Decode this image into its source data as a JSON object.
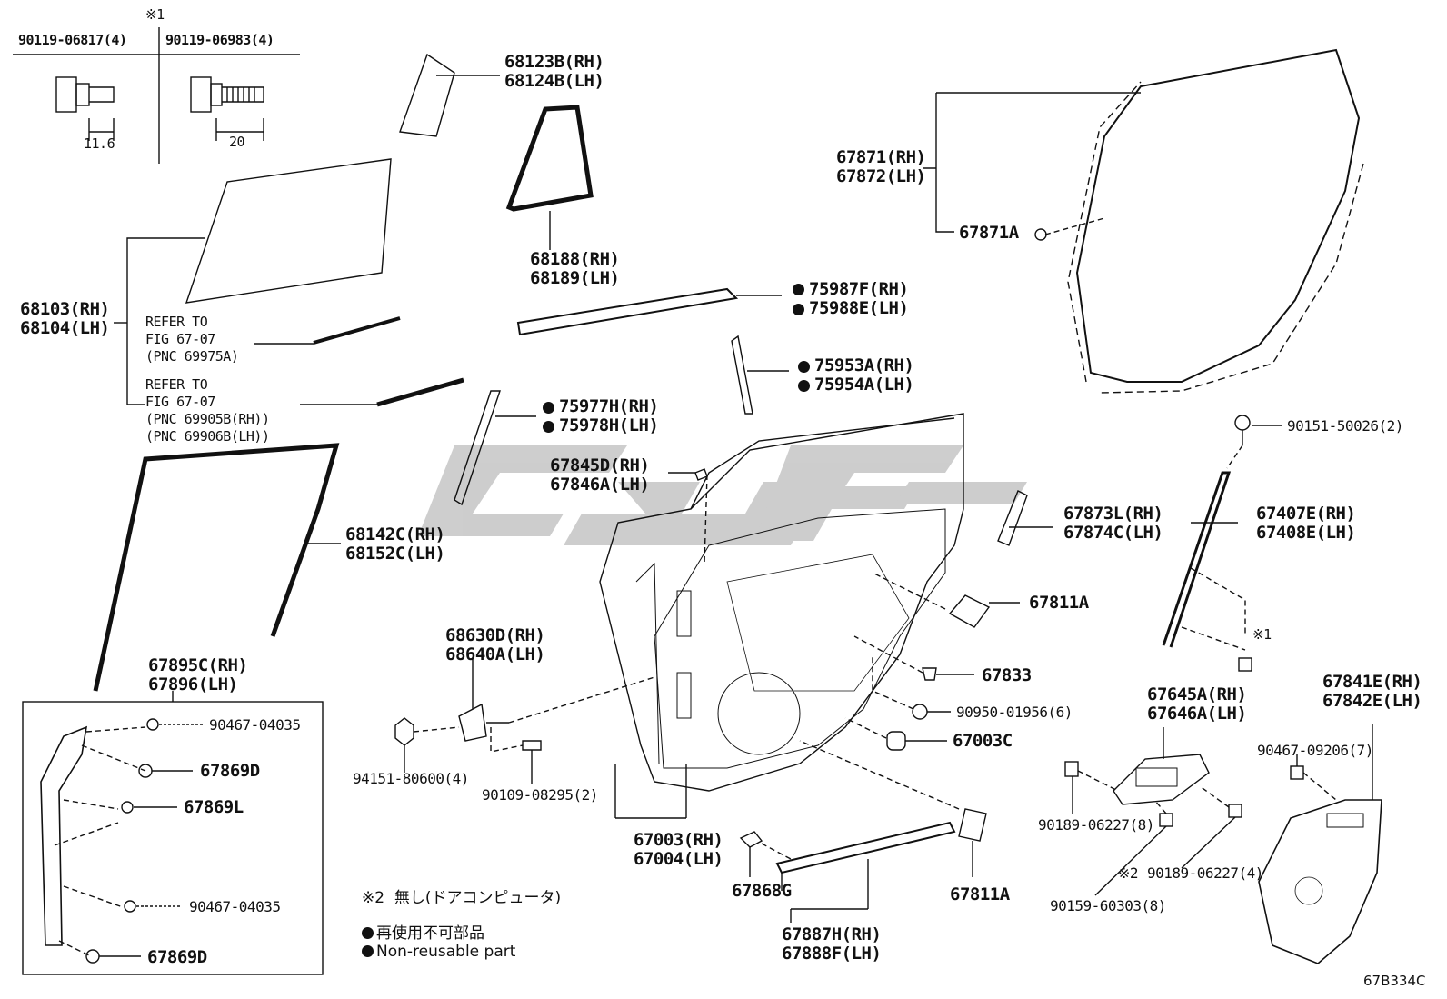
{
  "diagram_code": "67B334C",
  "table": {
    "mark": "※1",
    "col1": {
      "part": "90119-06817(4)",
      "dim": "11.6"
    },
    "col2": {
      "part": "90119-06983(4)",
      "dim": "20"
    }
  },
  "labels": {
    "p68123": "68123B(RH)\n68124B(LH)",
    "p68188": "68188(RH)\n68189(LH)",
    "p68103": "68103(RH)\n68104(LH)",
    "ref1": "REFER TO\nFIG 67-07\n(PNC 69975A)",
    "ref2": "REFER TO\nFIG 67-07\n(PNC 69905B(RH))\n(PNC 69906B(LH))",
    "p75987": "75987F(RH)\n75988E(LH)",
    "p75953": "75953A(RH)\n75954A(LH)",
    "p75977": "75977H(RH)\n75978H(LH)",
    "p67845": "67845D(RH)\n67846A(LH)",
    "p67871": "67871(RH)\n67872(LH)",
    "p67871A": "67871A",
    "p90151": "90151-50026(2)",
    "p67873": "67873L(RH)\n67874C(LH)",
    "p67407": "67407E(RH)\n67408E(LH)",
    "p68142": "68142C(RH)\n68152C(LH)",
    "p67811A_1": "67811A",
    "p67833": "67833",
    "mark1": "※1",
    "p68630": "68630D(RH)\n68640A(LH)",
    "p67895": "67895C(RH)\n67896(LH)",
    "p90950": "90950-01956(6)",
    "p67003C": "67003C",
    "p67645": "67645A(RH)\n67646A(LH)",
    "p67841": "67841E(RH)\n67842E(LH)",
    "p90467_09206": "90467-09206(7)",
    "p90467_04035a": "90467-04035",
    "p67869D_1": "67869D",
    "p67869L": "67869L",
    "p94151": "94151-80600(4)",
    "p90109": "90109-08295(2)",
    "p67003": "67003(RH)\n67004(LH)",
    "p90189a": "90189-06227(8)",
    "p90189b": "90189-06227(4)",
    "mark2": "※2",
    "p90159": "90159-60303(8)",
    "p67868G": "67868G",
    "p67811A_2": "67811A",
    "p67887": "67887H(RH)\n67888F(LH)",
    "p90467_04035b": "90467-04035",
    "p67869D_2": "67869D"
  },
  "legend": {
    "note2": "※2  無し(ドアコンピュータ)",
    "item1": "再使用不可部品",
    "item2": "Non-reusable part"
  }
}
